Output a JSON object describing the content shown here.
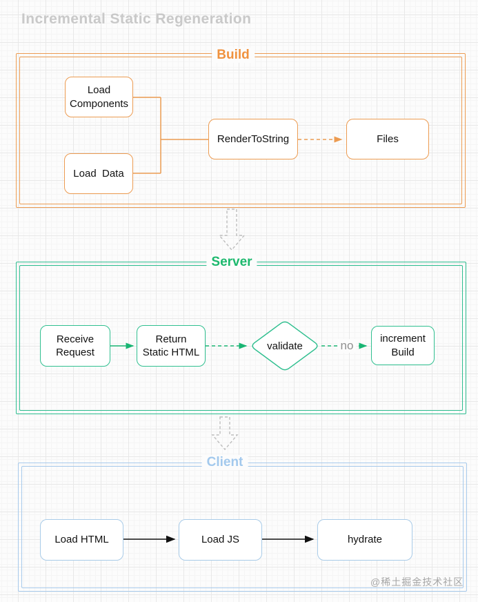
{
  "title": "Incremental Static Regeneration",
  "watermark": "@稀土掘金技术社区",
  "sections": {
    "build": {
      "label": "Build",
      "nodes": {
        "load_components": "Load Components",
        "load_data": "Load  Data",
        "render_to_string": "RenderToString",
        "files": "Files"
      }
    },
    "server": {
      "label": "Server",
      "nodes": {
        "receive_request": "Receive Request",
        "return_static_html": "Return Static HTML",
        "validate": "validate",
        "increment_build": "increment Build"
      },
      "edge_label_no": "no"
    },
    "client": {
      "label": "Client",
      "nodes": {
        "load_html": "Load HTML",
        "load_js": "Load JS",
        "hydrate": "hydrate"
      }
    }
  },
  "colors": {
    "build_border": "#EC9B51",
    "build_label": "#F0923E",
    "server_border": "#2CBD8F",
    "server_label": "#1DB96E",
    "client_border": "#A6C9EB",
    "client_label": "#A3C9ED",
    "title_gray": "#C9C9C9",
    "flow_arrow_gray": "#BDBDBD",
    "no_label_gray": "#8F8F8F",
    "client_arrow_black": "#111111"
  }
}
